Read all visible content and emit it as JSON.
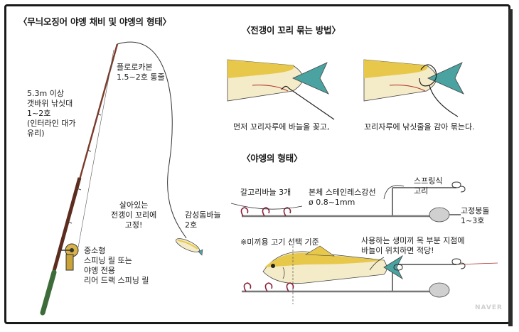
{
  "headings": {
    "rig_equipment": "〈무늬오징어 야엥 채비 및 야엥의 형태〉",
    "tail_tying": "〈전갱이 꼬리 묶는 방법〉",
    "yaeng_shape": "〈야엥의 형태〉"
  },
  "labels": {
    "rod": "5.3m 이상\n갯바위 낚싯대\n1~2호\n(인터라인 대가\n유리)",
    "line": "플로로카본\n1.5~2호 통줄",
    "live_bait": "살아있는\n전갱이 꼬리에\n고정!",
    "bait_fish": "감성돔바늘\n2호",
    "reel": "중소형\n스피닝 릴 또는\n야엥 전용\n리어 드랙 스피닝 릴",
    "step1": "먼저 꼬리자루에 바늘을 꽂고,",
    "step2": "꼬리자루에 낚싯줄을 감아 묶는다.",
    "hooks": "갈고리바늘 3개",
    "body_wire": "본체 스테인레스강선\nø 0.8~1mm",
    "spring_ring": "스프링식\n고리",
    "sinker": "고정봉돌\n1~3호",
    "note_ref": "※미끼용 고기 선택 기준",
    "note_position": "사용하는 생미끼 목 부분 지점에\n바늘이 위치하면 적당!"
  },
  "watermark": "NAVER",
  "colors": {
    "rod": "#7a3b2a",
    "rod_grip": "#3d6b3a",
    "fish_back": "#e8c84a",
    "fish_belly": "#f4ebc8",
    "fish_tail": "#4aa3a0",
    "hook": "#8b1f3a"
  }
}
